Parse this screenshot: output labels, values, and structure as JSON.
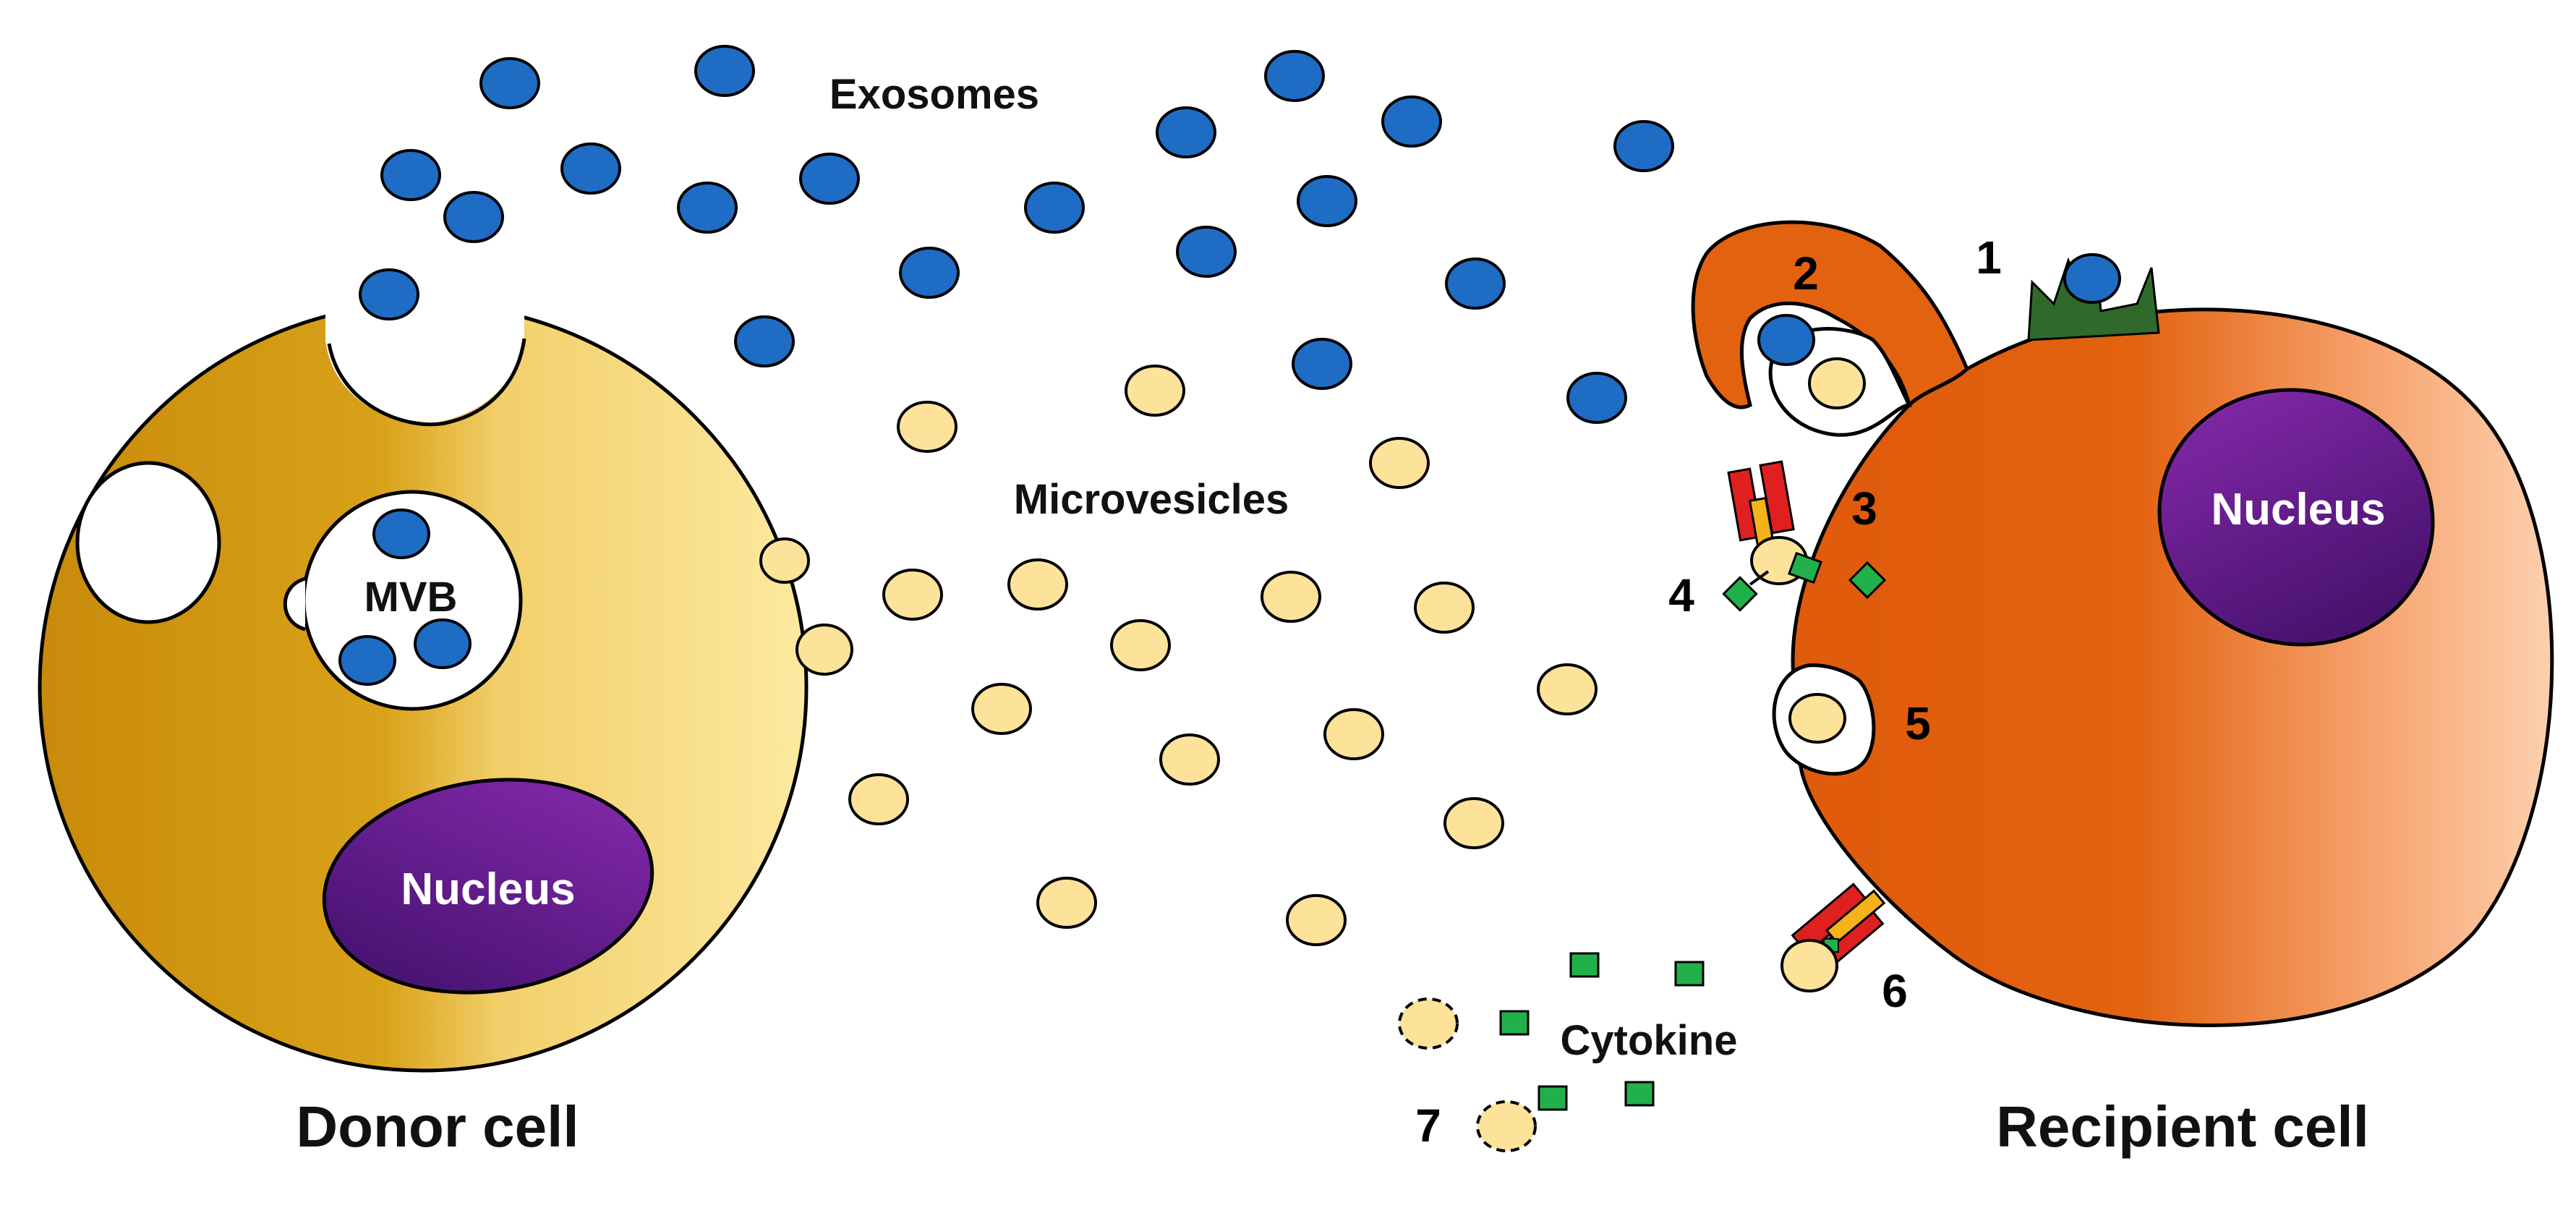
{
  "labels": {
    "exosomes": "Exosomes",
    "microvesicles": "Microvesicles",
    "mvb": "MVB",
    "donor_nucleus": "Nucleus",
    "recipient_nucleus": "Nucleus",
    "donor_cell": "Donor cell",
    "recipient_cell": "Recipient cell",
    "cytokine": "Cytokine",
    "steps": [
      "1",
      "2",
      "3",
      "4",
      "5",
      "6",
      "7"
    ]
  },
  "colors": {
    "exosome": "#1f6cc4",
    "microvesicle": "#fde39a",
    "donor_cell_dark": "#c98b0c",
    "donor_cell_light": "#fde89a",
    "recipient_cell_dark": "#e05d10",
    "recipient_cell_light": "#fccaa6",
    "nucleus": "#5a1e8c",
    "receptor_red": "#e02020",
    "receptor_orange": "#f5b21a",
    "cytokine": "#22b04b",
    "spikes": "#2f6a2a"
  }
}
